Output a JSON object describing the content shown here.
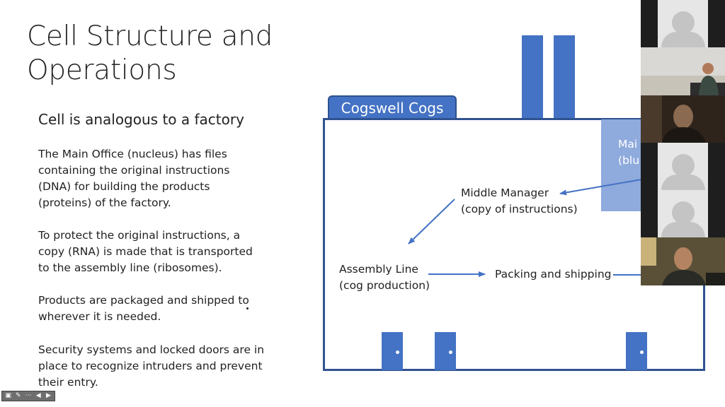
{
  "slide": {
    "title": "Cell Structure and Operations",
    "subtitle": "Cell is analogous to a factory",
    "bullets": [
      "The Main Office (nucleus) has files containing the original instructions (DNA) for building the products (proteins) of the factory.",
      "To protect the original instructions, a copy (RNA) is made that is transported to the assembly line (ribosomes).",
      "Products are packaged and shipped to wherever it is needed.",
      "Security systems and locked doors are in place to recognize intruders and prevent their entry."
    ]
  },
  "diagram": {
    "sign": "Cogswell Cogs",
    "main_office_line1": "Mai",
    "main_office_line2": "(blu",
    "middle_manager": "Middle Manager",
    "middle_manager_sub": "(copy of instructions)",
    "assembly_line": "Assembly Line",
    "assembly_line_sub": "(cog production)",
    "packing": "Packing and shipping",
    "colors": {
      "primary": "#4472c4",
      "office": "#8faadc",
      "outline": "#2f528f"
    }
  },
  "participants": [
    {
      "kind": "avatar"
    },
    {
      "kind": "video"
    },
    {
      "kind": "video"
    },
    {
      "kind": "avatar"
    },
    {
      "kind": "avatar"
    },
    {
      "kind": "video"
    }
  ],
  "controls": {
    "icons": [
      "screen-icon",
      "pen-icon",
      "more-icon",
      "prev-icon",
      "next-icon"
    ],
    "glyphs": [
      "▣",
      "✎",
      "⋯",
      "◀",
      "▶"
    ]
  }
}
